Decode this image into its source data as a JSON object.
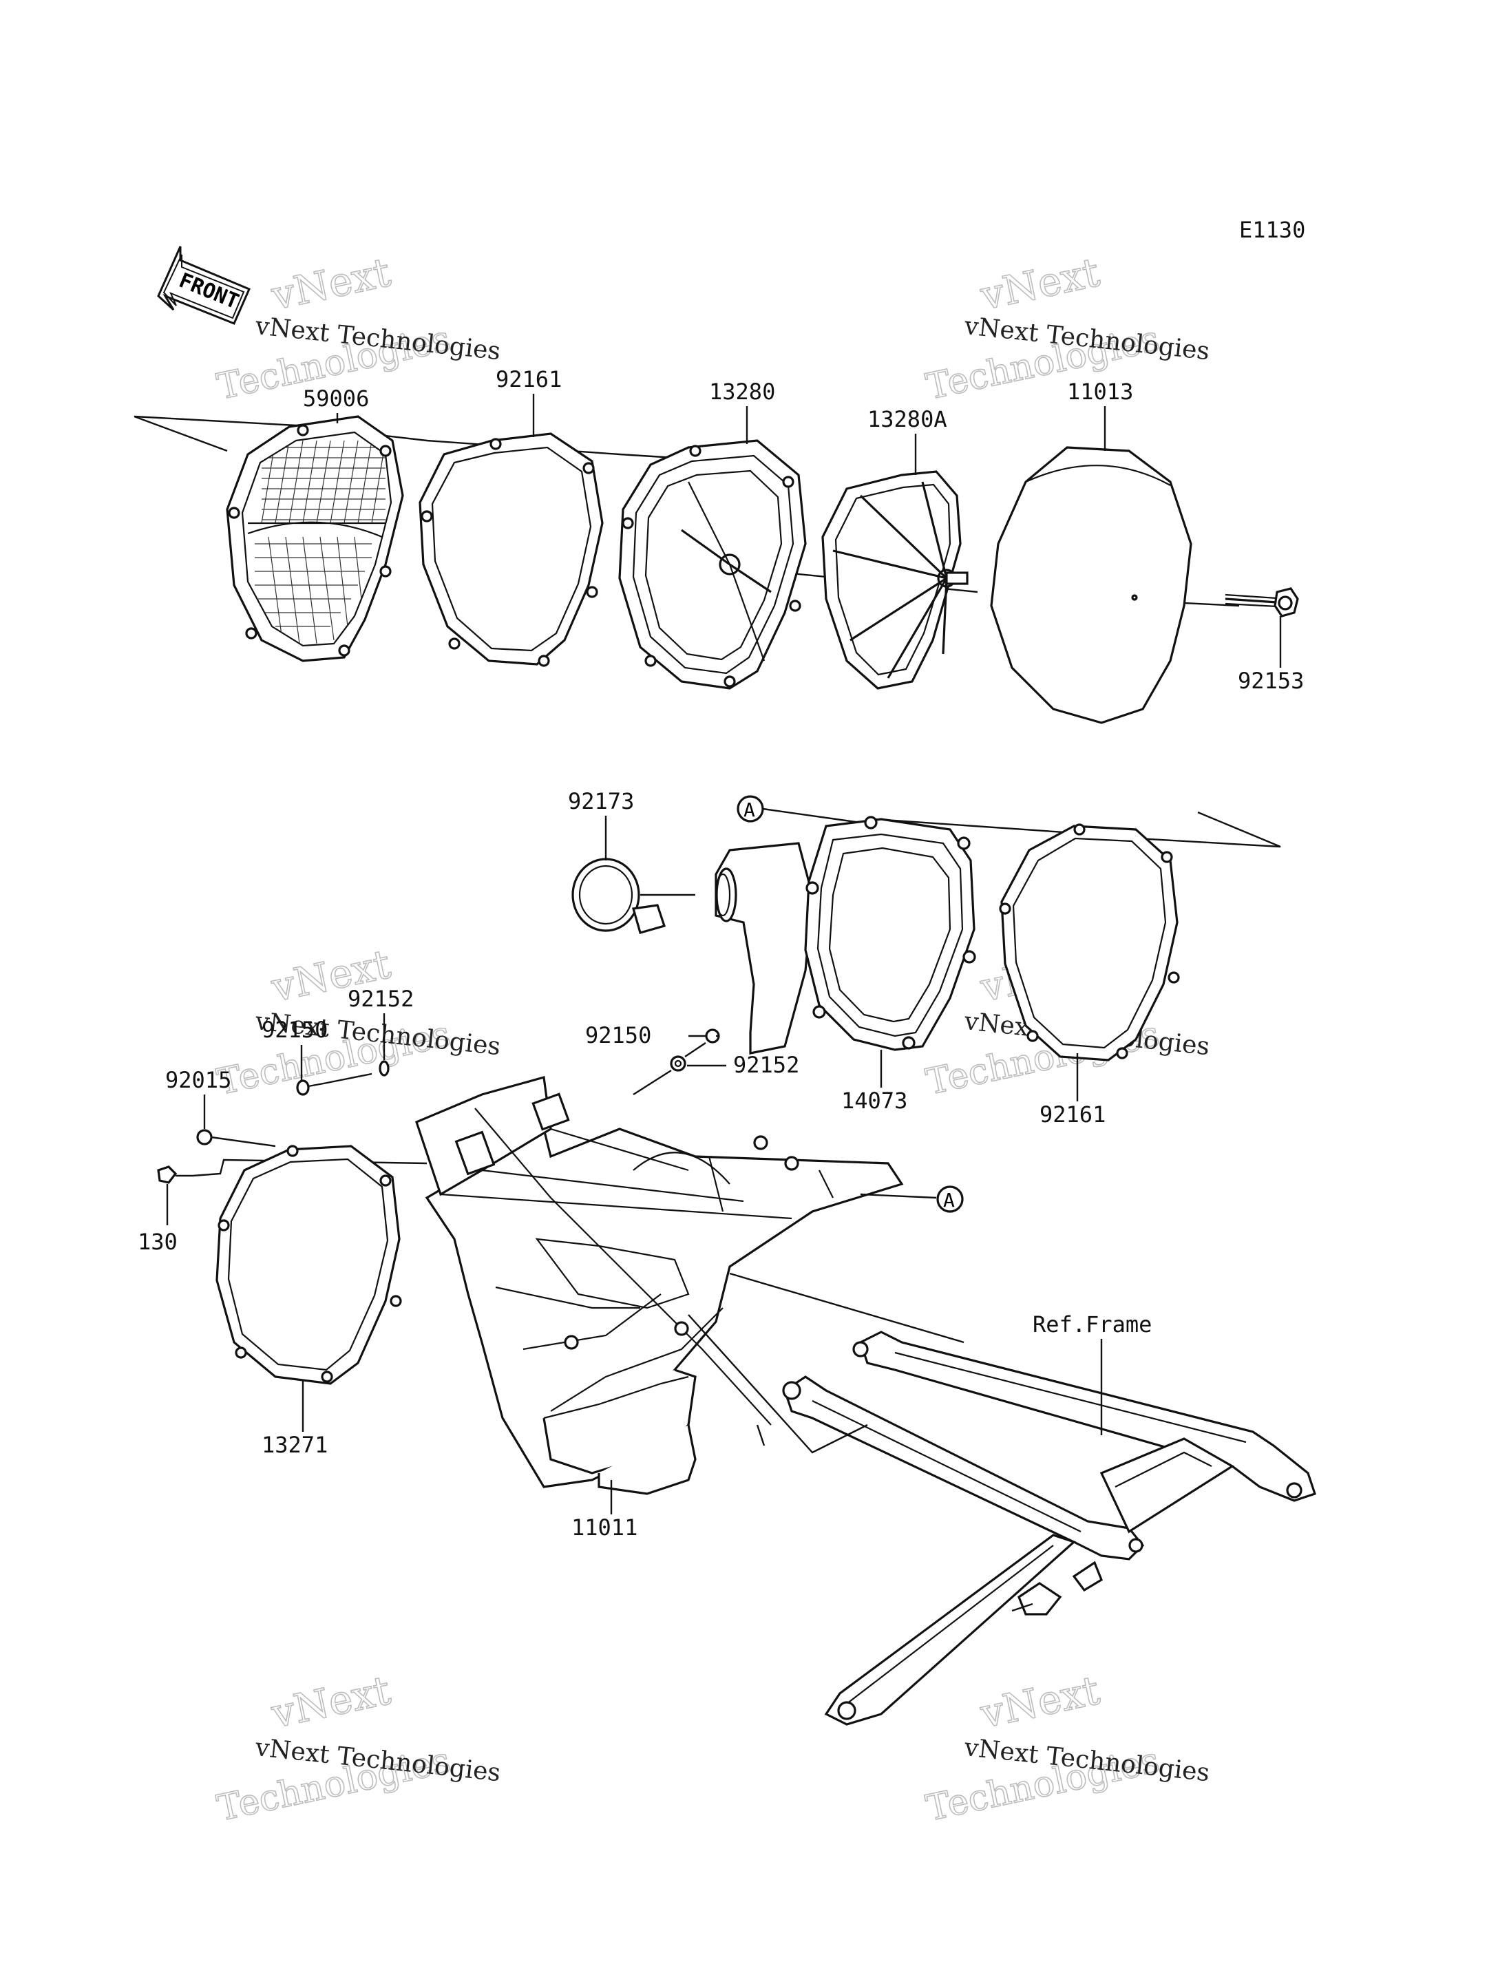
{
  "diagram": {
    "code": "E1130",
    "front_label": "FRONT",
    "ref_label": "Ref.Frame",
    "callout_letter": "A",
    "watermark": {
      "line1": "vNext",
      "line2": "Technologies",
      "full": "vNext Technologies"
    },
    "parts": [
      {
        "id": "59006",
        "label": "59006"
      },
      {
        "id": "92161a",
        "label": "92161"
      },
      {
        "id": "13280",
        "label": "13280"
      },
      {
        "id": "13280A",
        "label": "13280A"
      },
      {
        "id": "11013",
        "label": "11013"
      },
      {
        "id": "92153",
        "label": "92153"
      },
      {
        "id": "92173",
        "label": "92173"
      },
      {
        "id": "14073",
        "label": "14073"
      },
      {
        "id": "92161b",
        "label": "92161"
      },
      {
        "id": "92150a",
        "label": "92150"
      },
      {
        "id": "92152a",
        "label": "92152"
      },
      {
        "id": "92150b",
        "label": "92150"
      },
      {
        "id": "92152b",
        "label": "92152"
      },
      {
        "id": "92015",
        "label": "92015"
      },
      {
        "id": "130",
        "label": "130"
      },
      {
        "id": "13271",
        "label": "13271"
      },
      {
        "id": "11011",
        "label": "11011"
      }
    ]
  }
}
